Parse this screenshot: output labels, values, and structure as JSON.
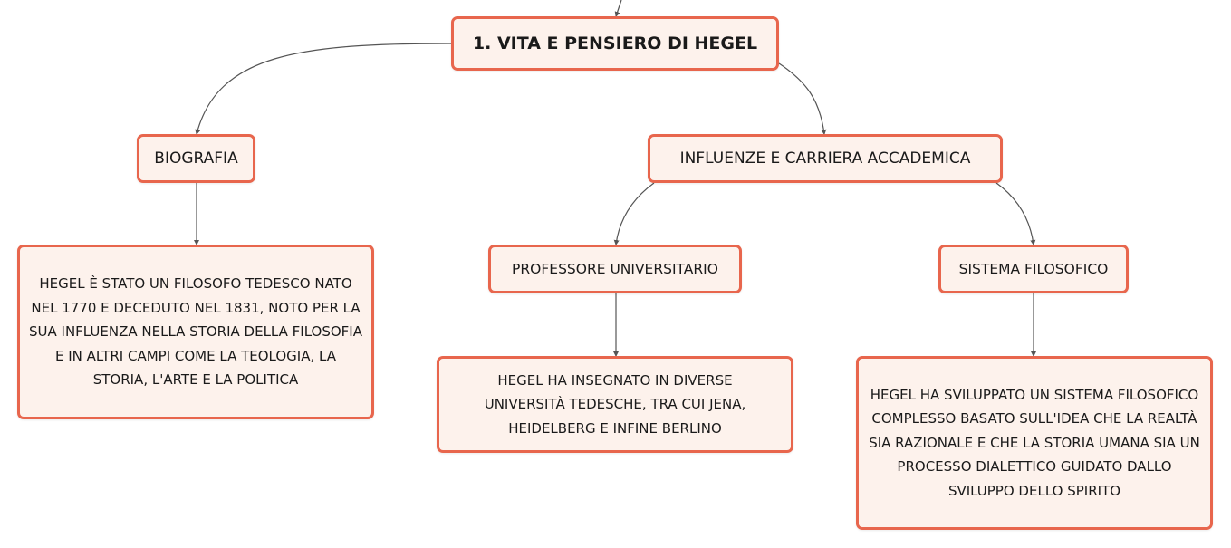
{
  "colors": {
    "node_border": "#e8664d",
    "node_fill": "#fdf2ec",
    "link": "#555555"
  },
  "root": {
    "label": "1. VITA E PENSIERO DI HEGEL"
  },
  "biografia": {
    "label": "BIOGRAFIA",
    "detail": "HEGEL È STATO UN FILOSOFO TEDESCO NATO NEL 1770 E DECEDUTO NEL 1831, NOTO PER LA SUA INFLUENZA NELLA STORIA DELLA FILOSOFIA E IN ALTRI CAMPI COME LA TEOLOGIA, LA STORIA, L'ARTE E LA POLITICA"
  },
  "influenze": {
    "label": "INFLUENZE E CARRIERA ACCADEMICA"
  },
  "professore": {
    "label": "PROFESSORE UNIVERSITARIO",
    "detail": "HEGEL HA INSEGNATO IN DIVERSE UNIVERSITÀ TEDESCHE, TRA CUI JENA, HEIDELBERG E INFINE BERLINO"
  },
  "sistema": {
    "label": "SISTEMA FILOSOFICO",
    "detail": "HEGEL HA SVILUPPATO UN SISTEMA FILOSOFICO COMPLESSO BASATO SULL'IDEA CHE LA REALTÀ SIA RAZIONALE E CHE LA STORIA UMANA SIA UN PROCESSO DIALETTICO GUIDATO DALLO SVILUPPO DELLO SPIRITO"
  }
}
